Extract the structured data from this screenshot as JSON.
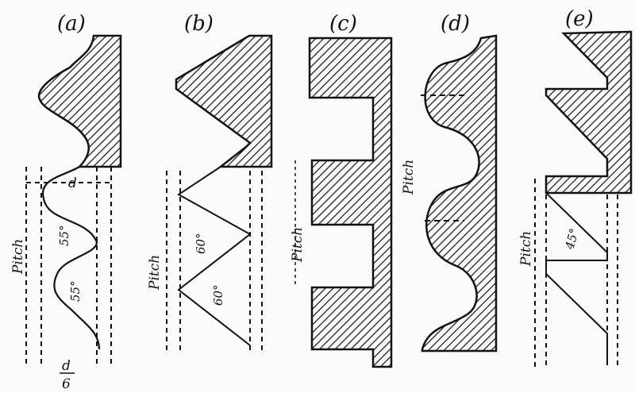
{
  "figures": [
    {
      "id": "a",
      "label": "(a)",
      "annotations": {
        "pitch": "Pitch",
        "angle_top": "55°",
        "angle_bottom": "55°",
        "depth": "d",
        "fraction_num": "d",
        "fraction_den": "6"
      }
    },
    {
      "id": "b",
      "label": "(b)",
      "annotations": {
        "pitch": "Pitch",
        "angle_top": "60°",
        "angle_bottom": "60°"
      }
    },
    {
      "id": "c",
      "label": "(c)",
      "annotations": {
        "pitch": "Pitch"
      }
    },
    {
      "id": "d",
      "label": "(d)",
      "annotations": {
        "pitch": "Pitch"
      }
    },
    {
      "id": "e",
      "label": "(e)",
      "annotations": {
        "pitch": "Pitch",
        "angle": "45°"
      }
    }
  ],
  "colors": {
    "ink": "#111111",
    "paper": "#fbfbf9"
  }
}
